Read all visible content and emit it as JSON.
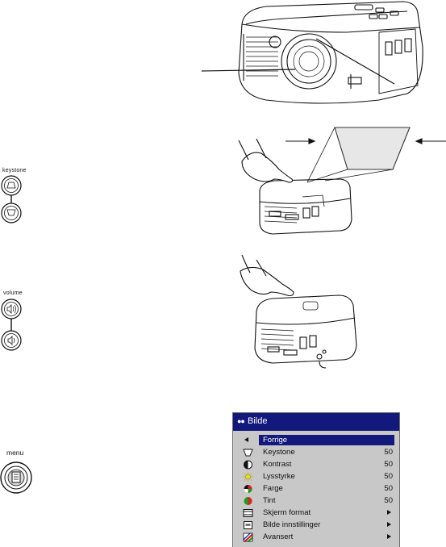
{
  "remote": {
    "keystone_label": "keystone",
    "volume_label": "volume",
    "menu_label": "menu"
  },
  "osd": {
    "title": "Bilde",
    "items": [
      {
        "label": "Forrige",
        "value": "",
        "icon": "back-arrow-icon",
        "selected": true
      },
      {
        "label": "Keystone",
        "value": "50",
        "icon": "keystone-trapezoid-icon"
      },
      {
        "label": "Kontrast",
        "value": "50",
        "icon": "contrast-circle-icon"
      },
      {
        "label": "Lysstyrke",
        "value": "50",
        "icon": "brightness-sun-icon"
      },
      {
        "label": "Farge",
        "value": "50",
        "icon": "color-circle-icon"
      },
      {
        "label": "Tint",
        "value": "50",
        "icon": "tint-circle-icon"
      },
      {
        "label": "Skjerm format",
        "value": "",
        "icon": "screen-format-icon",
        "submenu": true
      },
      {
        "label": "Bilde innstillinger",
        "value": "",
        "icon": "picture-settings-icon",
        "submenu": true
      },
      {
        "label": "Avansert",
        "value": "",
        "icon": "advanced-icon",
        "submenu": true
      }
    ],
    "colors": {
      "title_bar": "#12187c",
      "panel": "#c8c8c8"
    }
  }
}
